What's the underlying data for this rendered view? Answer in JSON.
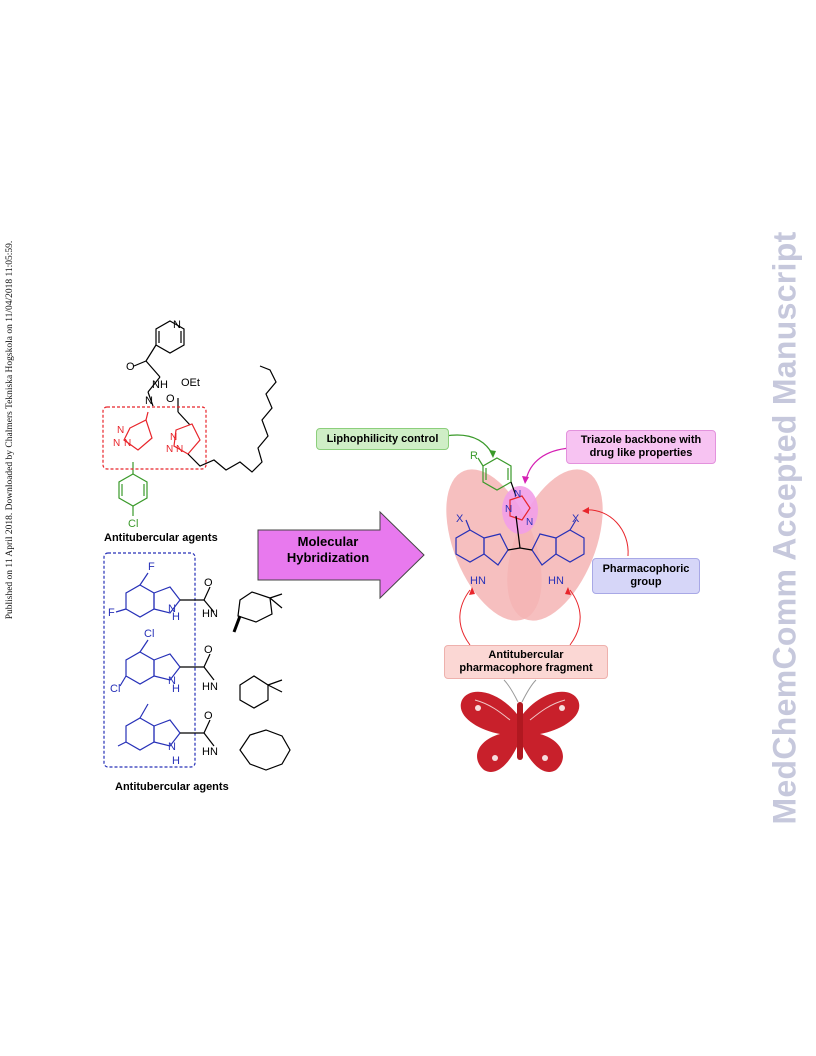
{
  "side_note": "Published on 11 April 2018. Downloaded by Chalmers Tekniska Hogskola on 11/04/2018 11:05:59.",
  "watermark": "MedChemComm Accepted Manuscript",
  "left_top": {
    "label": "Antitubercular agents",
    "atoms": {
      "N_pyr": "N",
      "O1": "O",
      "NH": "NH",
      "N2": "N",
      "O2": "O",
      "OEt": "OEt",
      "Cl": "Cl",
      "triazole1": "N=N",
      "triazole2": "N=N"
    }
  },
  "left_bottom": {
    "label": "Antitubercular agents",
    "compounds": [
      {
        "sub1": "F",
        "sub2": "F",
        "amide_o": "O",
        "amine": "N",
        "h": "H",
        "nh": "HN"
      },
      {
        "sub1": "Cl",
        "sub2": "Cl",
        "amide_o": "O",
        "amine": "N",
        "h": "H",
        "nh": "HN"
      },
      {
        "amide_o": "O",
        "amine": "N",
        "h": "H",
        "nh": "HN"
      }
    ]
  },
  "arrow": {
    "line1": "Molecular",
    "line2": "Hybridization",
    "color": "#e879ee"
  },
  "right": {
    "liphophilicity": "Liphophilicity control",
    "triazole": {
      "line1": "Triazole backbone with",
      "line2": "drug like properties"
    },
    "pharmacophoric": {
      "line1": "Pharmacophoric",
      "line2": "group"
    },
    "fragment": {
      "line1": "Antitubercular",
      "line2": "pharmacophore fragment"
    },
    "atoms": {
      "R": "R",
      "X1": "X",
      "X2": "X",
      "HN1": "HN",
      "HN2": "HN",
      "N": "N"
    }
  },
  "colors": {
    "red": "#e8252b",
    "blue": "#2731b8",
    "green": "#3a9a2a",
    "magenta": "#d51fb3"
  }
}
